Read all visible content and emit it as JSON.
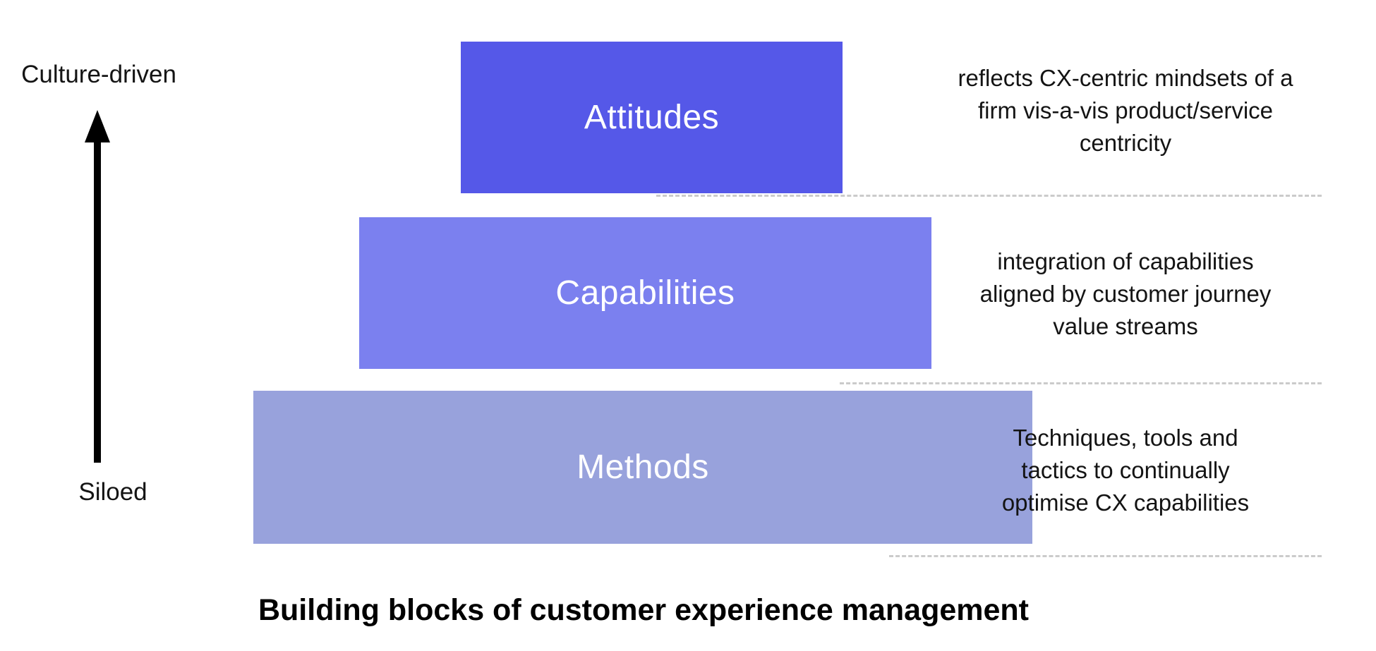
{
  "diagram": {
    "title": "Building blocks of customer experience management",
    "axis": {
      "top_label": "Culture-driven",
      "bottom_label": "Siloed",
      "arrow_color": "#000000"
    },
    "blocks": [
      {
        "label": "Attitudes",
        "color": "#5558E8",
        "description_lines": [
          "reflects CX-centric mindsets of a",
          "firm vis-a-vis product/service",
          "centricity"
        ]
      },
      {
        "label": "Capabilities",
        "color": "#7B80EF",
        "description_lines": [
          "integration of capabilities",
          "aligned by customer journey",
          "value streams"
        ]
      },
      {
        "label": "Methods",
        "color": "#98A2DC",
        "description_lines": [
          "Techniques, tools and",
          "tactics to continually",
          "optimise CX capabilities"
        ]
      }
    ],
    "separator_color": "#CBCBCB",
    "label_text_color": "#FFFFFF",
    "description_text_color": "#141414"
  }
}
